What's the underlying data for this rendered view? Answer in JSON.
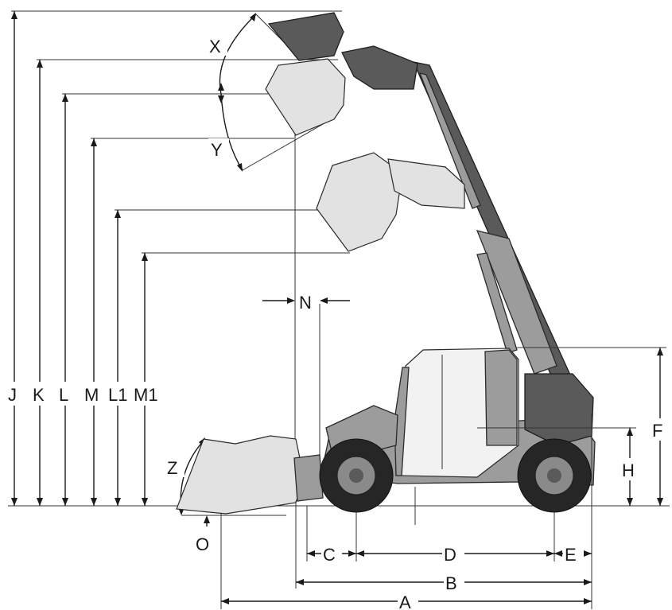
{
  "labels": {
    "A": "A",
    "B": "B",
    "C": "C",
    "D": "D",
    "E": "E",
    "F": "F",
    "H": "H",
    "J": "J",
    "K": "K",
    "L": "L",
    "M": "M",
    "L1": "L1",
    "M1": "M1",
    "N": "N",
    "O": "O",
    "X": "X",
    "Y": "Y",
    "Z": "Z"
  },
  "colors": {
    "line": "#1a1a1a",
    "machine_body": "#9c9c9c",
    "machine_dark": "#5a5a5a",
    "tire": "#262626"
  }
}
